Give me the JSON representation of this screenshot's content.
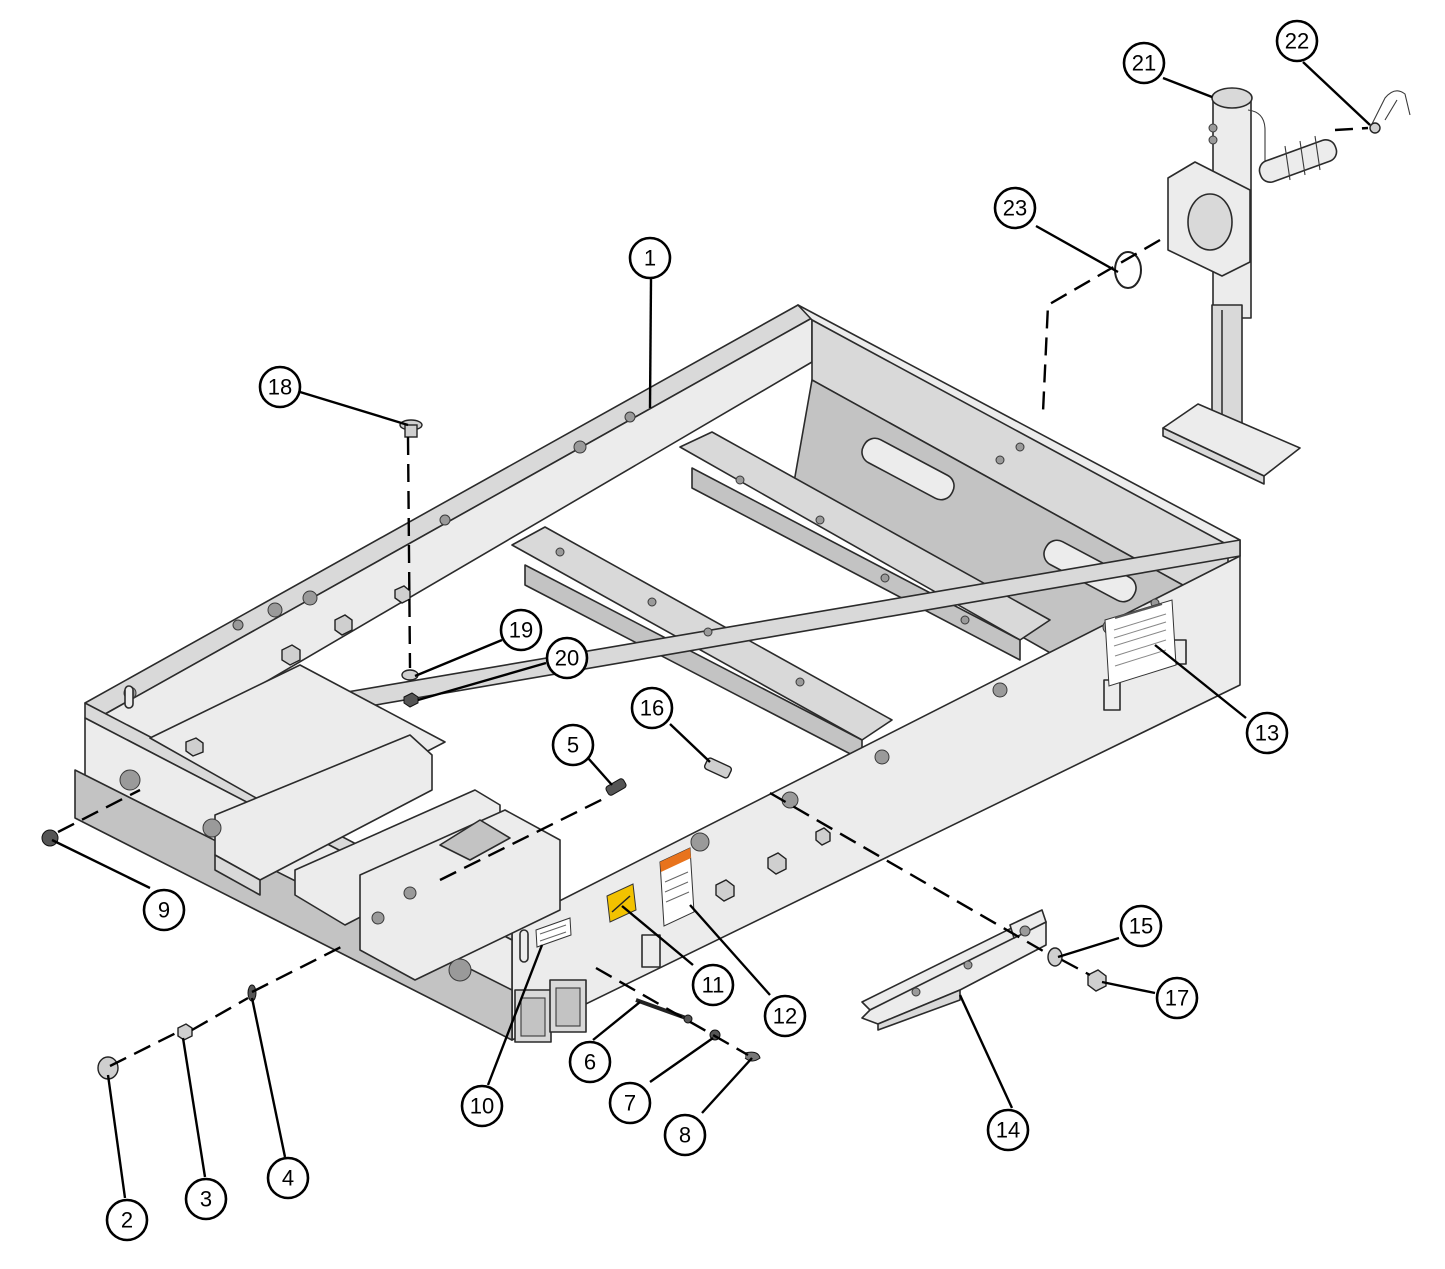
{
  "callouts": [
    {
      "id": "1",
      "label": "1"
    },
    {
      "id": "2",
      "label": "2"
    },
    {
      "id": "3",
      "label": "3"
    },
    {
      "id": "4",
      "label": "4"
    },
    {
      "id": "5",
      "label": "5"
    },
    {
      "id": "6",
      "label": "6"
    },
    {
      "id": "7",
      "label": "7"
    },
    {
      "id": "8",
      "label": "8"
    },
    {
      "id": "9",
      "label": "9"
    },
    {
      "id": "10",
      "label": "10"
    },
    {
      "id": "11",
      "label": "11"
    },
    {
      "id": "12",
      "label": "12"
    },
    {
      "id": "13",
      "label": "13"
    },
    {
      "id": "14",
      "label": "14"
    },
    {
      "id": "15",
      "label": "15"
    },
    {
      "id": "16",
      "label": "16"
    },
    {
      "id": "17",
      "label": "17"
    },
    {
      "id": "18",
      "label": "18"
    },
    {
      "id": "19",
      "label": "19"
    },
    {
      "id": "20",
      "label": "20"
    },
    {
      "id": "21",
      "label": "21"
    },
    {
      "id": "22",
      "label": "22"
    },
    {
      "id": "23",
      "label": "23"
    }
  ],
  "colors": {
    "line": "#000000",
    "frame_light": "#ececec",
    "frame_mid": "#d9d9d9",
    "frame_dark": "#c3c3c3",
    "warning_decal": "#f2c200",
    "caution_header": "#e8731c"
  }
}
